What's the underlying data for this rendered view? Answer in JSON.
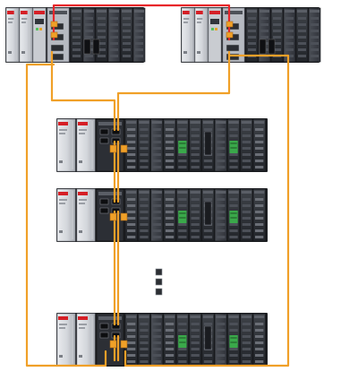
{
  "colors": {
    "background": "#ffffff",
    "primary_link": "#e8262a",
    "network_cable": "#f0a028",
    "rack_dark": "#2a2d31",
    "rack_mid": "#40444a",
    "module_light": "#d8dadf",
    "module_grey": "#b8bcc3",
    "terminal_green": "#3aa84a",
    "brand_red": "#d51f26"
  },
  "diagram": {
    "cpu_racks": [
      {
        "name": "cpu-rack-left"
      },
      {
        "name": "cpu-rack-right"
      }
    ],
    "io_racks": [
      {
        "name": "io-rack-1"
      },
      {
        "name": "io-rack-2"
      },
      {
        "name": "io-rack-n"
      }
    ],
    "continuation_marker": "vertical-ellipsis",
    "links": [
      {
        "name": "duplex-sync-link",
        "type": "primary",
        "from": "cpu-rack-left",
        "to": "cpu-rack-right"
      },
      {
        "name": "ring-link-left",
        "type": "network"
      },
      {
        "name": "ring-link-right",
        "type": "network"
      },
      {
        "name": "ring-link-io-a",
        "type": "network"
      },
      {
        "name": "ring-link-io-b",
        "type": "network"
      }
    ]
  }
}
